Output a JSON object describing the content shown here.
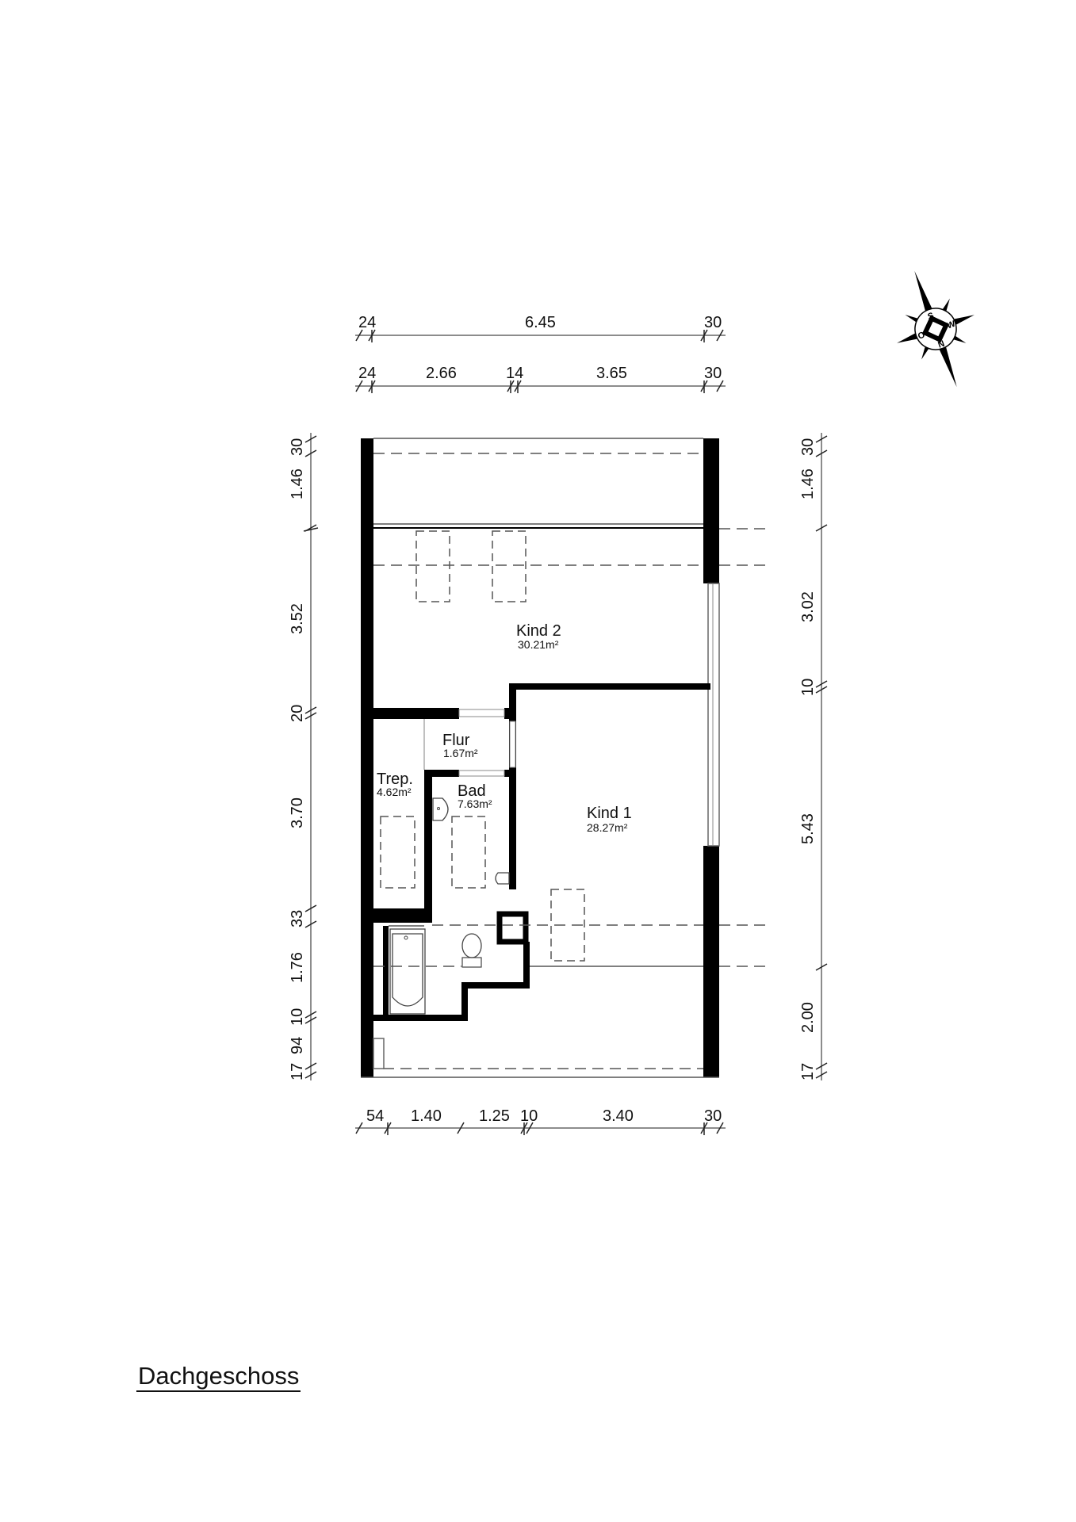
{
  "drawing": {
    "title": "Dachgeschoss",
    "compass": {
      "labels": {
        "north": "N",
        "south": "S",
        "east": "O",
        "west": "W"
      }
    }
  },
  "dimensions": {
    "top_row1": [
      "24",
      "6.45",
      "30"
    ],
    "top_row2": [
      "24",
      "2.66",
      "14",
      "3.65",
      "30"
    ],
    "bottom_row": [
      "54",
      "1.40",
      "1.25",
      "10",
      "3.40",
      "30"
    ],
    "left_column": [
      "30",
      "1.46",
      "3.52",
      "20",
      "3.70",
      "33",
      "1.76",
      "10",
      "94",
      "17"
    ],
    "right_column": [
      "30",
      "1.46",
      "3.02",
      "10",
      "5.43",
      "2.00",
      "17"
    ]
  },
  "rooms": [
    {
      "name": "Kind 2",
      "area": "30.21m²"
    },
    {
      "name": "Flur",
      "area": "1.67m²"
    },
    {
      "name": "Trep.",
      "area": "4.62m²"
    },
    {
      "name": "Bad",
      "area": "7.63m²"
    },
    {
      "name": "Kind 1",
      "area": "28.27m²"
    }
  ],
  "colors": {
    "walls": "#000000",
    "lines": "#555555",
    "background": "#ffffff"
  }
}
